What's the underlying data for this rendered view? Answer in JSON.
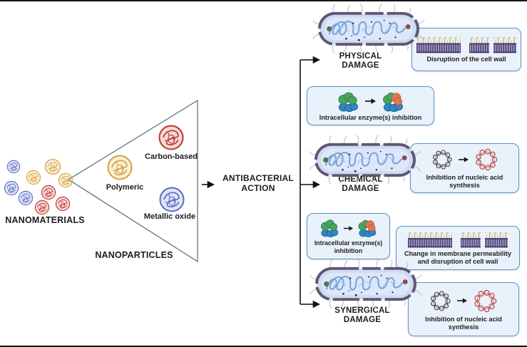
{
  "labels": {
    "nanomaterials": "NANOMATERIALS",
    "nanoparticles": "NANOPARTICLES",
    "polymeric": "Polymeric",
    "carbon_based": "Carbon-based",
    "metallic_oxide": "Metallic oxide",
    "antibacterial_action": "ANTIBACTERIAL\nACTION",
    "physical_damage": "PHYSICAL\nDAMAGE",
    "chemical_damage": "CHEMICAL\nDAMAGE",
    "synergical_damage": "SYNERGICAL\nDAMAGE"
  },
  "boxes": {
    "cell_wall": "Disruption of the cell wall",
    "enzyme_inhibition": "Intracellular enzyme(s) inhibition",
    "enzyme_inhibition_wrapped": "Intracellular enzyme(s)\ninhibition",
    "nucleic_acid": "Inhibition of nucleic acid\nsynthesis",
    "nucleic_acid_2": "Inhibition of nucleic acid\nsynthesis",
    "membrane_permeability": "Change in membrane permeability\nand disruption of cell wall"
  },
  "colors": {
    "box_bg": "#e9f1fb",
    "box_border": "#6192c4",
    "polymeric_particle": "#d9a43b",
    "carbon_based_particle": "#c0392f",
    "metallic_oxide_particle": "#5b6fc7",
    "enzyme_green": "#4aa45e",
    "enzyme_blue": "#2f86c4",
    "enzyme_inhibited_orange": "#e2764e",
    "plasmid_normal": "#4d4350",
    "plasmid_inhibited": "#c0504d",
    "bacterium_body": "#cfdaf3",
    "bacterium_outline": "#5d5872",
    "membrane_purple": "#a195c7",
    "membrane_dark": "#46406b",
    "lps_tan": "#cdb176",
    "arrow": "#111111",
    "triangle_border": "#3f616f"
  }
}
